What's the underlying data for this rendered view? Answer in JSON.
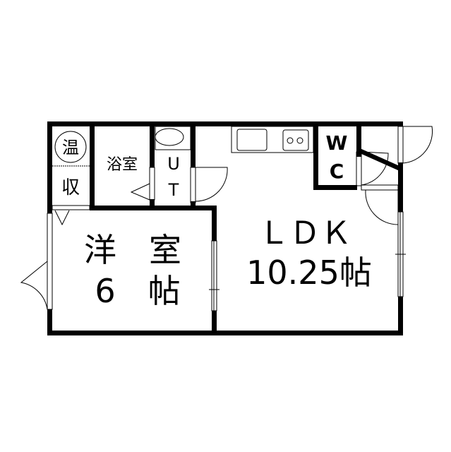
{
  "rooms": {
    "onsui": "温",
    "storage": "収",
    "bath": "浴室",
    "ut_u": "U",
    "ut_t": "T",
    "wc_w": "W",
    "wc_c": "C",
    "western_room": "洋　室",
    "western_size": "6　帖",
    "ldk": "ＬＤＫ",
    "ldk_size": "10.25帖"
  }
}
